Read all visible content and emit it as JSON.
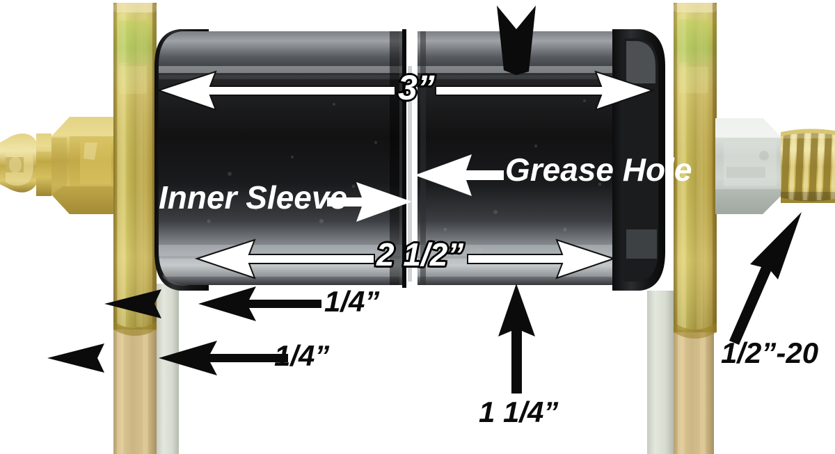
{
  "diagram": {
    "title": "Greasable Bushing / Inner Sleeve Dimension Diagram",
    "background_color": "#ffffff",
    "labels": {
      "outer_sleeve_length": "3”",
      "inner_sleeve_length": "2 1/2”",
      "grease_hole": "Grease Hole",
      "inner_sleeve": "Inner Sleeve",
      "washer_thickness_upper": "1/4”",
      "washer_thickness_lower": "1/4”",
      "sleeve_diameter": "1  1/4”",
      "thread_spec": "1/2”-20"
    },
    "parts": {
      "grease_zerk": "grease-zerk-fitting",
      "left_hex_nut": "left-hex-nut",
      "left_washer": "left-gold-washer",
      "left_flange_strap": "left-flange-strap",
      "outer_sleeve": "outer-black-sleeve",
      "inner_sleeve": "inner-black-sleeve",
      "right_washer": "right-gold-washer",
      "right_flange_strap": "right-flange-strap",
      "right_hex_nut": "right-hex-nut",
      "threaded_rod": "threaded-rod"
    },
    "colors": {
      "gold_zinc": "#c9a83c",
      "gold_zinc_light": "#e8dd8e",
      "gold_zinc_dark": "#9b7c24",
      "strap_tan": "#cdb686",
      "sleeve_black": "#141414",
      "sleeve_highlight": "#8e9093",
      "steel_silver": "#c9cdc9",
      "steel_silver_dark": "#8d918d",
      "arrow_white": "#ffffff",
      "arrow_black": "#0b0b0b",
      "text_dark": "#0b0b0b",
      "text_light": "#ffffff"
    }
  }
}
